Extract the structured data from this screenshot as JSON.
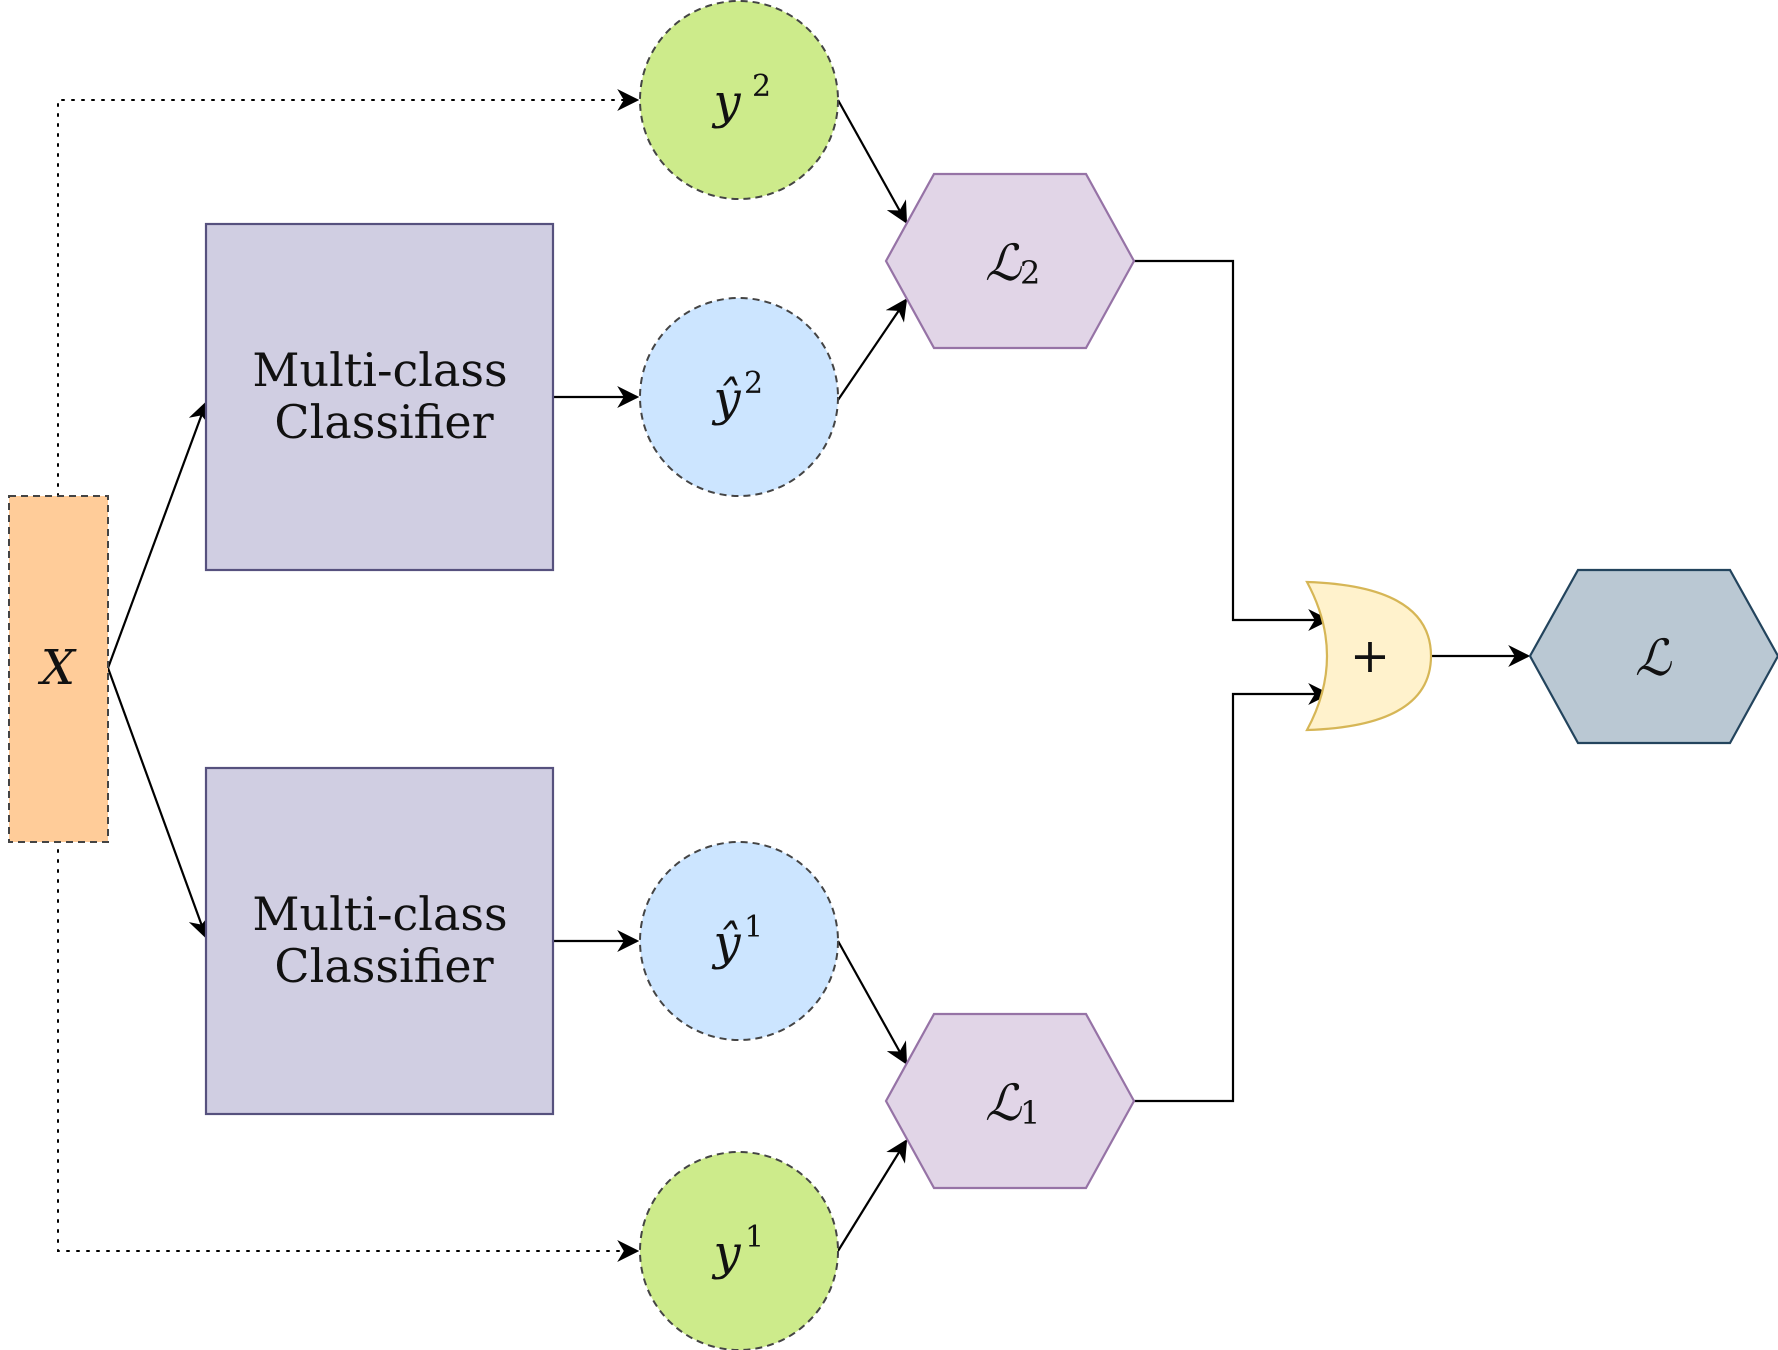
{
  "input": {
    "symbol": "X"
  },
  "classifiers": [
    {
      "label_line1": "Multi-class",
      "label_line2": "Classifier"
    },
    {
      "label_line1": "Multi-class",
      "label_line2": "Classifier"
    }
  ],
  "nodes": {
    "y2": {
      "base": "y",
      "sup": "2"
    },
    "yhat2": {
      "base": "ŷ",
      "sup": "2"
    },
    "yhat1": {
      "base": "ŷ",
      "sup": "1"
    },
    "y1": {
      "base": "y",
      "sup": "1"
    }
  },
  "losses": {
    "L2": {
      "base": "ℒ",
      "sub": "2"
    },
    "L1": {
      "base": "ℒ",
      "sub": "1"
    },
    "L": {
      "base": "ℒ"
    }
  },
  "sum_node": {
    "symbol": "+"
  },
  "colors": {
    "input_fill": "#ffcc99",
    "classifier_fill": "#d0cee2",
    "classifier_stroke": "#56517e",
    "target_fill": "#cdeb8b",
    "pred_fill": "#cce5ff",
    "loss_fill": "#e1d5e7",
    "loss_stroke": "#9673a6",
    "sum_fill": "#fff2cc",
    "sum_stroke": "#d6b656",
    "total_fill": "#bac8d3",
    "total_stroke": "#23445d"
  }
}
